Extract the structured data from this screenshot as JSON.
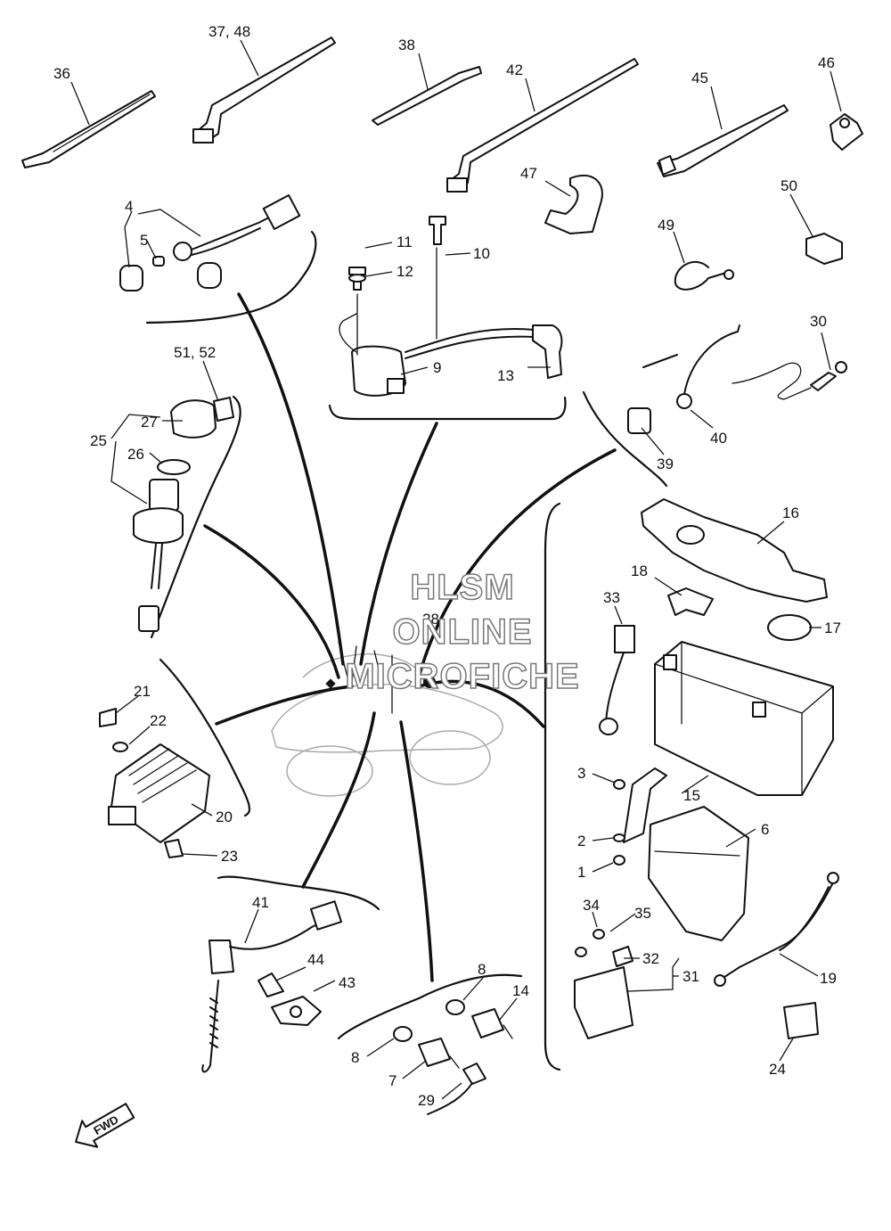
{
  "watermark": {
    "line1": "HLSM",
    "line2": "ONLINE",
    "line3": "MICROFICHE"
  },
  "direction_arrow": {
    "label": "FWD"
  },
  "callouts": {
    "c36": "36",
    "c37_48": "37, 48",
    "c38": "38",
    "c42": "42",
    "c45": "45",
    "c46": "46",
    "c47": "47",
    "c50": "50",
    "c49": "49",
    "c4": "4",
    "c5": "5",
    "c11": "11",
    "c10": "10",
    "c12": "12",
    "c9": "9",
    "c13": "13",
    "c30": "30",
    "c40": "40",
    "c39": "39",
    "c51_52": "51, 52",
    "c27": "27",
    "c25": "25",
    "c26": "26",
    "c16": "16",
    "c18": "18",
    "c17": "17",
    "c33": "33",
    "c28": "28",
    "c21": "21",
    "c22": "22",
    "c20": "20",
    "c23": "23",
    "c3": "3",
    "c15": "15",
    "c2": "2",
    "c6": "6",
    "c1": "1",
    "c41": "41",
    "c34": "34",
    "c35": "35",
    "c44": "44",
    "c43": "43",
    "c32": "32",
    "c31": "31",
    "c19": "19",
    "c8a": "8",
    "c14": "14",
    "c8b": "8",
    "c7": "7",
    "c29": "29",
    "c24": "24"
  }
}
